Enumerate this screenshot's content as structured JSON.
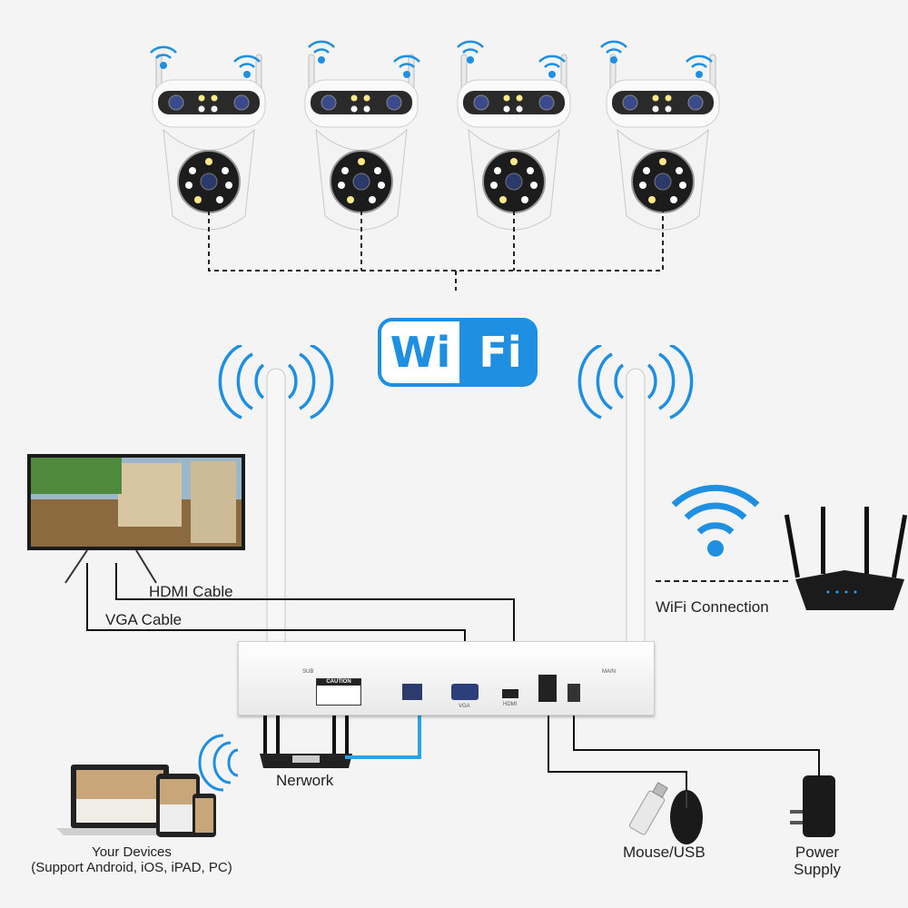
{
  "wifi_logo": {
    "left": "Wi",
    "right": "Fi"
  },
  "labels": {
    "hdmi_cable": "HDMI Cable",
    "vga_cable": "VGA Cable",
    "wifi_connection": "WiFi Connection",
    "network": "Nerwork",
    "your_devices": "Your Devices",
    "your_devices_sub": "(Support Android, iOS, iPAD, PC)",
    "mouse_usb": "Mouse/USB",
    "power_supply_1": "Power",
    "power_supply_2": "Supply"
  },
  "nvr_panel": {
    "sub": "SUB",
    "main": "MAIN",
    "caution": "CAUTION",
    "vga": "VGA",
    "hdmi": "HDMI"
  },
  "colors": {
    "wifi_blue": "#1e8fe1",
    "cable_blue": "#2aa3e8",
    "camera_white": "#f2f2f2"
  },
  "icons": [
    "camera-icon",
    "wifi-signal-icon",
    "monitor-icon",
    "router-icon",
    "laptop-icon",
    "tablet-icon",
    "phone-icon",
    "mouse-icon",
    "usb-drive-icon",
    "power-adapter-icon",
    "antenna-icon"
  ]
}
